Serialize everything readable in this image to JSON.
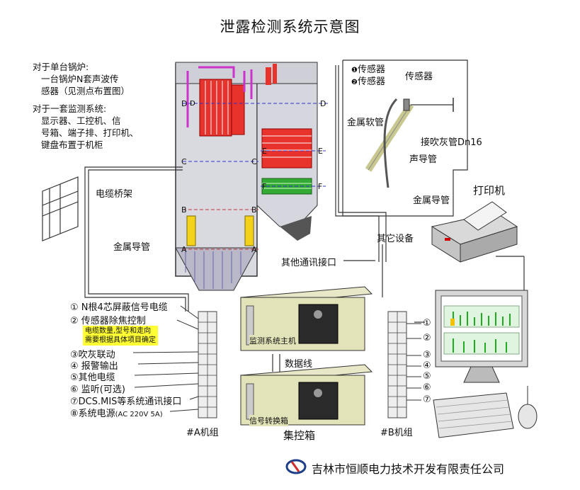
{
  "title": "泄露检测系统示意图",
  "notes": {
    "single_boiler_title": "对于单台锅炉:",
    "single_boiler_line1": "一台锅炉N套声波传",
    "single_boiler_line2": "感器（见测点布置图）",
    "system_title": "对于一套监测系统:",
    "system_line1": "显示器、工控机、信",
    "system_line2": "号箱、端子排、打印机、",
    "system_line3": "键盘布置于机柜"
  },
  "sensor_detail": {
    "legend_1": "传感器",
    "legend_2": "传感器",
    "sensor": "传感器",
    "metal_hose": "金属软管",
    "soot_pipe": "接吹灰管Dn16",
    "sound_guide": "声导管",
    "metal_conduit": "金属导管"
  },
  "labels": {
    "cable_tray": "电缆桥架",
    "metal_conduit_left": "金属导管",
    "printer": "打印机",
    "other_devices": "其它设备",
    "other_comm_port": "其他通讯接口",
    "data_line": "数据线",
    "main_unit": "监测系统主机",
    "signal_box": "信号转换箱",
    "control_box": "集控箱",
    "group_a": "#A机组",
    "group_b": "#B机组"
  },
  "legend_left": [
    "① N根4芯屏蔽信号电缆",
    "② 传感器除焦控制",
    "③吹灰联动",
    "④ 报警输出",
    "⑤其他电缆",
    "⑥ 监听(可选)",
    "⑦DCS.MIS等系统通讯接口",
    "⑧系统电源"
  ],
  "power_spec": "(AC 220V 5A)",
  "yellow_note_1": "电缆数量,型号和走向",
  "yellow_note_2": "需要根据具体项目确定",
  "right_circles": [
    "①",
    "②",
    "③",
    "④",
    "⑤",
    "⑥",
    "⑦"
  ],
  "section_letters": {
    "d": "D",
    "c": "C",
    "b": "B",
    "a": "A",
    "e": "E",
    "f": "F"
  },
  "company": "吉林市恒顺电力技术开发有限责任公司"
}
